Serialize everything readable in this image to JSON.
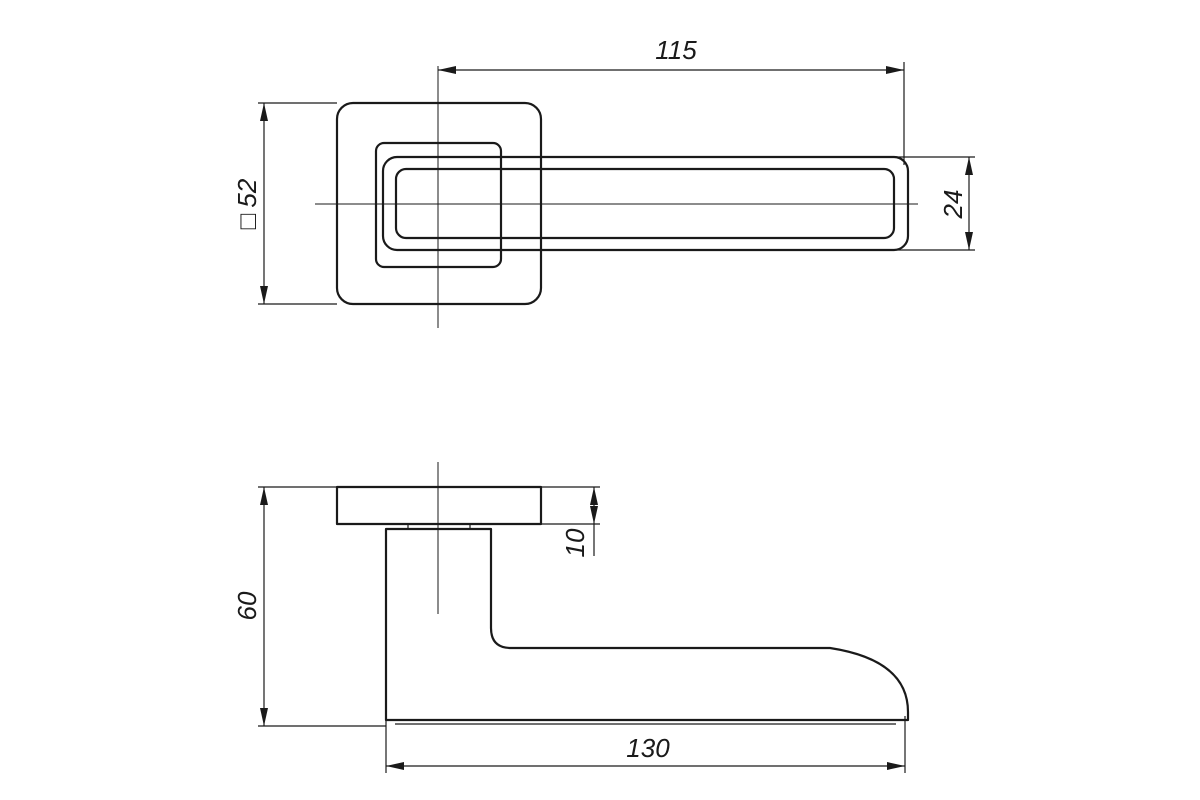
{
  "top_view": {
    "dimensions": {
      "lever_length": "115",
      "rosette_size_symbol": "□",
      "rosette_size": "52",
      "lever_width": "24"
    }
  },
  "side_view": {
    "dimensions": {
      "total_height": "60",
      "rosette_thickness": "10",
      "total_length": "130"
    }
  }
}
